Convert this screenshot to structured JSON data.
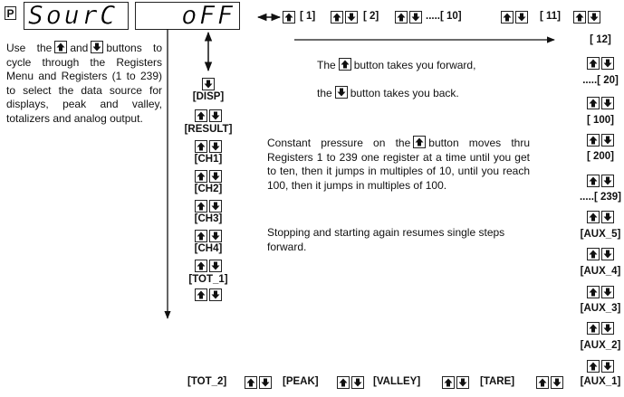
{
  "display": {
    "program_key": "P",
    "left_readout": "SourC",
    "right_readout": "oFF"
  },
  "text": {
    "left_instructions": "Use the ⬆ and ⬇ buttons to cycle through the Registers Menu and Registers (1 to 239) to select the data source for displays, peak and valley, totalizers and analog output.",
    "left_pre": "Use the",
    "left_mid": "and",
    "left_post": "buttons to cycle through the Registers Menu and Registers (1 to 239) to select the data source for displays, peak and valley, totalizers and analog output.",
    "forward_pre": "The",
    "forward_post": "button takes you forward,",
    "back_pre": "the",
    "back_post": "button takes you back.",
    "pressure_pre": "Constant pressure on the",
    "pressure_post": "button moves thru Registers 1 to 239 one register at a time until you get to ten, then it jumps in multiples of 10, until you reach 100, then it jumps in multiples of 100.",
    "resume": "Stopping and starting again resumes single steps forward."
  },
  "menu_column": [
    "[DISP]",
    "[RESULT]",
    "[CH1]",
    "[CH2]",
    "[CH3]",
    "[CH4]",
    "[TOT_1]"
  ],
  "top_row": [
    "[ 1]",
    "[ 2]",
    ".....[ 10]",
    "[ 11]"
  ],
  "right_column": [
    "[ 12]",
    ".....[ 20]",
    "[ 100]",
    "[ 200]",
    ".....[ 239]",
    "[AUX_5]",
    "[AUX_4]",
    "[AUX_3]",
    "[AUX_2]",
    "[AUX_1]"
  ],
  "bottom_row": [
    "[TOT_2]",
    "[PEAK]",
    "[VALLEY]",
    "[TARE]"
  ],
  "icons": {
    "up": "up-arrow-key-icon",
    "down": "down-arrow-key-icon"
  }
}
